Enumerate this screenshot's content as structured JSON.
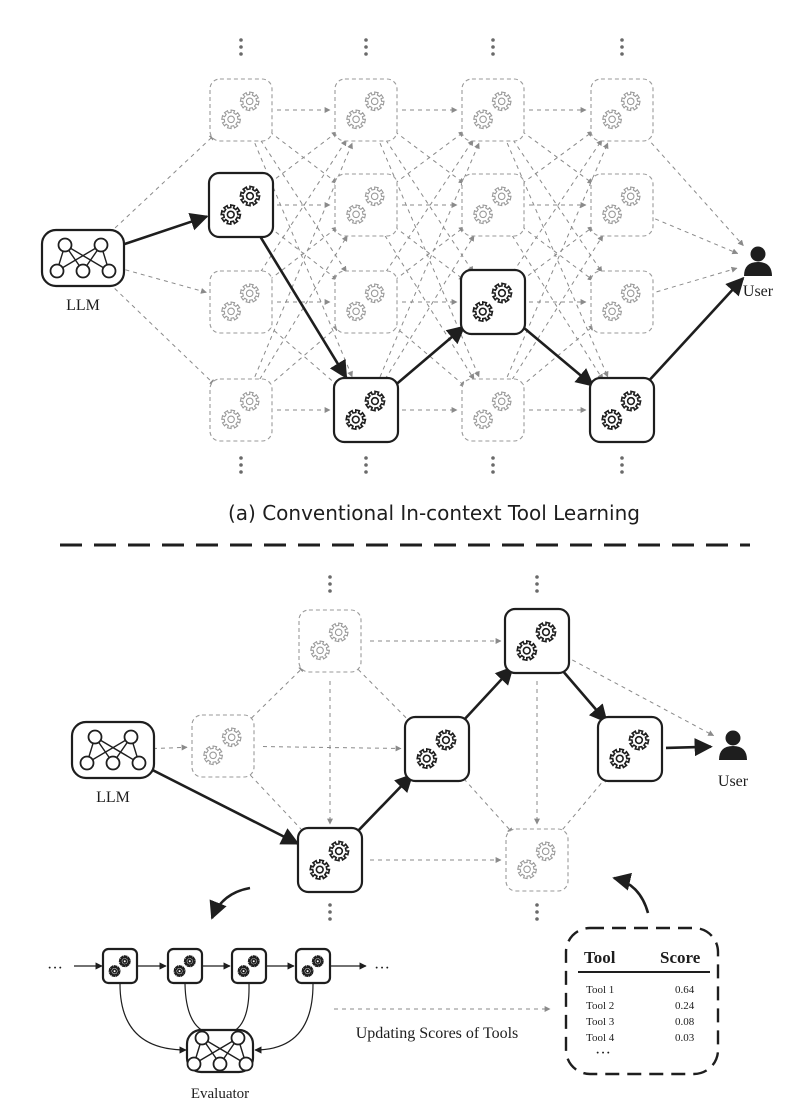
{
  "panel_a": {
    "caption": "(a) Conventional In-context Tool Learning",
    "llm_label": "LLM",
    "user_label": "User"
  },
  "panel_b": {
    "llm_label": "LLM",
    "user_label": "User",
    "evaluator_label": "Evaluator",
    "update_label": "Updating Scores of Tools",
    "chain_ellipsis_left": "···",
    "chain_ellipsis_right": "···",
    "score_table": {
      "headers": [
        "Tool",
        "Score"
      ],
      "rows": [
        {
          "tool": "Tool 1",
          "score": "0.64"
        },
        {
          "tool": "Tool 2",
          "score": "0.24"
        },
        {
          "tool": "Tool 3",
          "score": "0.08"
        },
        {
          "tool": "Tool 4",
          "score": "0.03"
        }
      ],
      "more": "···"
    }
  },
  "icons": [
    "gears-icon",
    "neural-network-icon",
    "user-icon",
    "curved-arrow-icon"
  ],
  "colors": {
    "active": "#1e1e1e",
    "inactive": "#9a9a9a"
  }
}
